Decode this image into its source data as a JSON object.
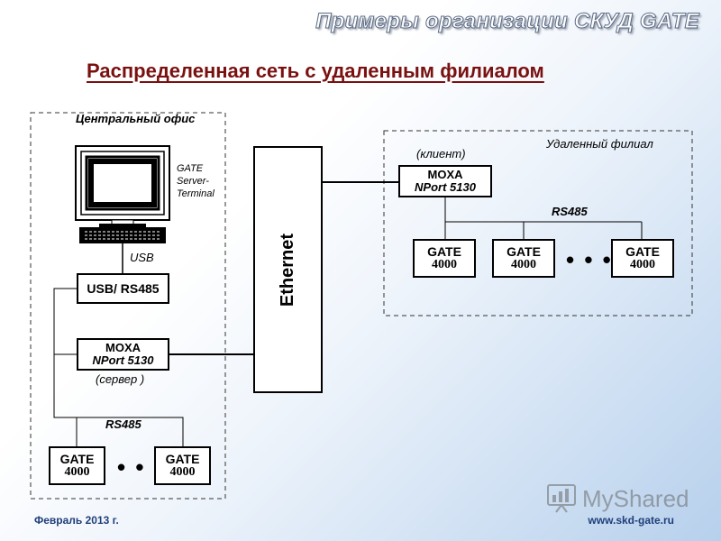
{
  "header": {
    "title": "Примеры организации СКУД GATE"
  },
  "subtitle": "Распределенная сеть с удаленным филиалом",
  "central_office": {
    "title": "Центральный офис",
    "pc_label_lines": [
      "GATE",
      "Server-",
      "Terminal"
    ],
    "usb_label": "USB",
    "usb_rs485_box": "USB/ RS485",
    "moxa": {
      "line1": "MOXA",
      "line2": "NPort 5130",
      "role": "(сервер )"
    },
    "rs485_label": "RS485",
    "controllers": [
      {
        "line1": "GATE",
        "line2": "4000"
      },
      {
        "line1": "GATE",
        "line2": "4000"
      }
    ],
    "ellipsis": "• • •"
  },
  "ethernet_label": "Ethernet",
  "remote_branch": {
    "title": "Удаленный филиал",
    "moxa": {
      "role": "(клиент)",
      "line1": "MOXA",
      "line2": "NPort 5130"
    },
    "rs485_label": "RS485",
    "controllers": [
      {
        "line1": "GATE",
        "line2": "4000"
      },
      {
        "line1": "GATE",
        "line2": "4000"
      },
      {
        "line1": "GATE",
        "line2": "4000"
      }
    ],
    "ellipsis": "• • •"
  },
  "footer": {
    "date": "Февраль 2013 г.",
    "url": "www.skd-gate.ru",
    "watermark": "MyShared"
  }
}
